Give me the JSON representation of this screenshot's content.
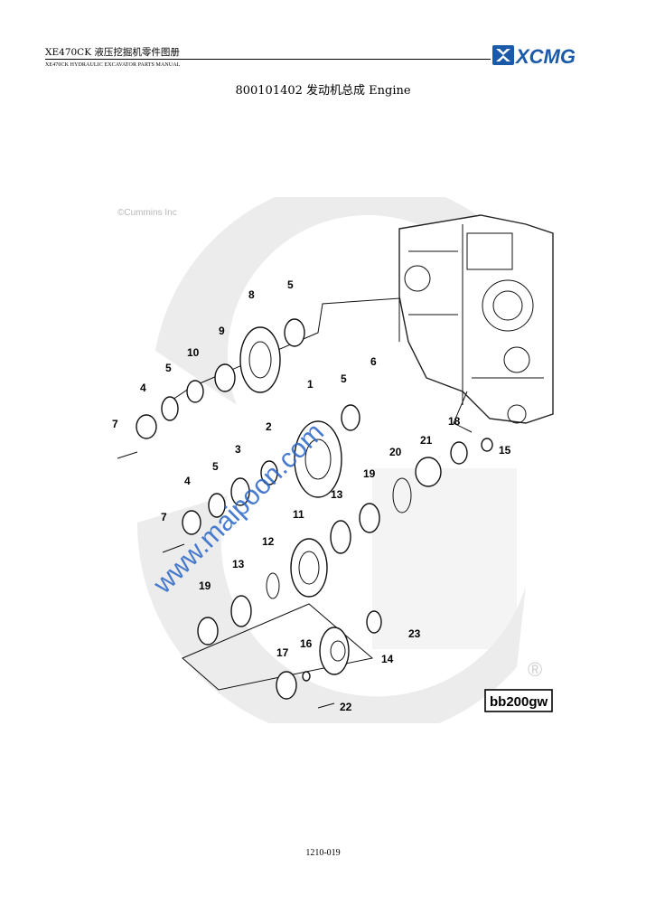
{
  "header": {
    "title": "XE470CK  液压挖掘机零件图册",
    "subtitle": "XE470CK HYDRAULIC EXCAVATOR PARTS MANUAL",
    "logo_text": "XCMG"
  },
  "document": {
    "title": "800101402 发动机总成 Engine"
  },
  "figure": {
    "copyright": "©Cummins Inc",
    "watermark": "www.maipoon.com",
    "code": "bb200gw",
    "registered_mark": "®",
    "callouts": [
      "1",
      "2",
      "3",
      "4",
      "4",
      "5",
      "5",
      "5",
      "5",
      "6",
      "7",
      "7",
      "8",
      "9",
      "10",
      "11",
      "12",
      "13",
      "13",
      "14",
      "15",
      "16",
      "17",
      "18",
      "19",
      "19",
      "20",
      "21",
      "22",
      "23"
    ]
  },
  "footer": {
    "page_number": "1210-019"
  },
  "colors": {
    "logo_blue": "#1a5aa8",
    "watermark_blue": "#2a66c8",
    "background_logo_gray": "#ececec"
  }
}
